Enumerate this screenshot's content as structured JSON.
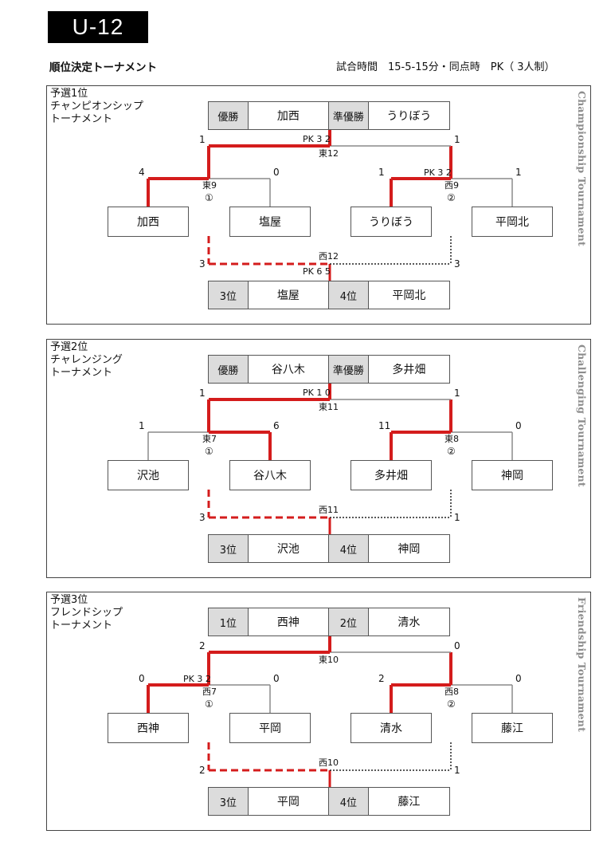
{
  "header": {
    "badge": "U-12",
    "title": "順位決定トーナメント",
    "match_info": "試合時間　15‐5‐15分・同点時　PK（ 3人制）"
  },
  "colors": {
    "win_line": "#d41c1c",
    "grey_line": "#8a8a8a",
    "label_fill": "#dcdcdc"
  },
  "sections": [
    {
      "lines": [
        "予選1位",
        "チャンピオンシップ",
        "トーナメント"
      ],
      "vertical_title": "Championship Tournament",
      "top_result": {
        "label1": "優勝",
        "team1": "加西",
        "label2": "準優勝",
        "team2": "うりぼう"
      },
      "teams": [
        "加西",
        "塩屋",
        "うりぼう",
        "平岡北"
      ],
      "scores": {
        "m1_left": "4",
        "m1_right": "0",
        "m1_venue": "東9",
        "m1_circle": "①",
        "m1_pk": "",
        "m2_left": "1",
        "m2_right": "1",
        "m2_venue": "西9",
        "m2_circle": "②",
        "m2_pk": "PK 3 2",
        "final_left": "1",
        "final_right": "1",
        "final_venue": "東12",
        "final_pk": "PK 3 2",
        "third_left": "3",
        "third_right": "3",
        "third_venue": "西12",
        "third_pk": "PK 6 5"
      },
      "bottom_result": {
        "label1": "3位",
        "team1": "塩屋",
        "label2": "4位",
        "team2": "平岡北"
      }
    },
    {
      "lines": [
        "予選2位",
        "チャレンジング",
        "トーナメント"
      ],
      "vertical_title": "Challenging Tournament",
      "top_result": {
        "label1": "優勝",
        "team1": "谷八木",
        "label2": "準優勝",
        "team2": "多井畑"
      },
      "teams": [
        "沢池",
        "谷八木",
        "多井畑",
        "神岡"
      ],
      "scores": {
        "m1_left": "1",
        "m1_right": "6",
        "m1_venue": "東7",
        "m1_circle": "①",
        "m1_pk": "",
        "m2_left": "11",
        "m2_right": "0",
        "m2_venue": "東8",
        "m2_circle": "②",
        "m2_pk": "",
        "final_left": "1",
        "final_right": "1",
        "final_venue": "東11",
        "final_pk": "PK 1 0",
        "third_left": "3",
        "third_right": "1",
        "third_venue": "西11",
        "third_pk": ""
      },
      "bottom_result": {
        "label1": "3位",
        "team1": "沢池",
        "label2": "4位",
        "team2": "神岡"
      }
    },
    {
      "lines": [
        "予選3位",
        "フレンドシップ",
        "トーナメント"
      ],
      "vertical_title": "Friendship Tournament",
      "top_result": {
        "label1": "1位",
        "team1": "西神",
        "label2": "2位",
        "team2": "清水"
      },
      "teams": [
        "西神",
        "平岡",
        "清水",
        "藤江"
      ],
      "scores": {
        "m1_left": "0",
        "m1_right": "0",
        "m1_venue": "西7",
        "m1_circle": "①",
        "m1_pk": "PK 3 2",
        "m2_left": "2",
        "m2_right": "0",
        "m2_venue": "西8",
        "m2_circle": "②",
        "m2_pk": "",
        "final_left": "2",
        "final_right": "0",
        "final_venue": "東10",
        "final_pk": "",
        "third_left": "2",
        "third_right": "1",
        "third_venue": "西10",
        "third_pk": ""
      },
      "bottom_result": {
        "label1": "3位",
        "team1": "平岡",
        "label2": "4位",
        "team2": "藤江"
      }
    }
  ]
}
